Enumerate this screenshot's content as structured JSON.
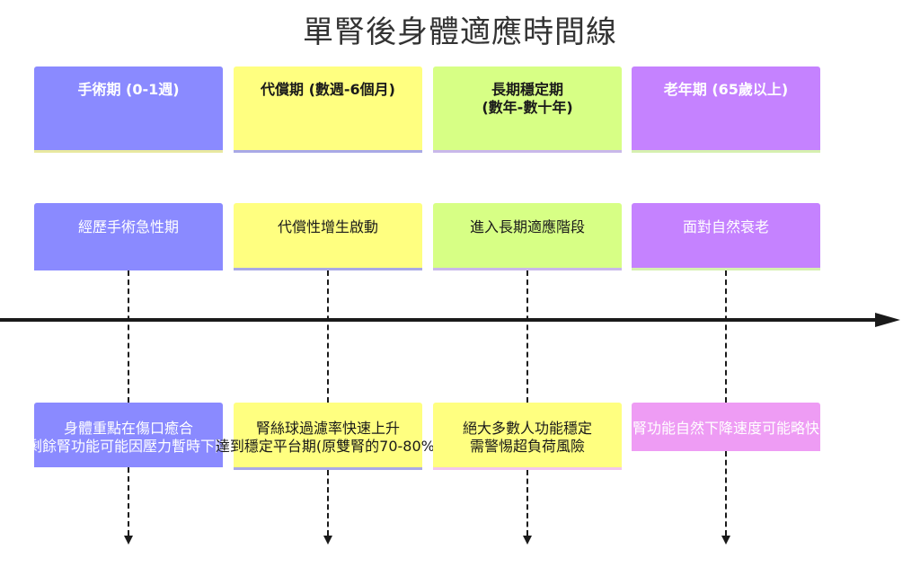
{
  "title": "單腎後身體適應時間線",
  "colors": {
    "surgery": "#8a8aff",
    "compensation": "#ffff80",
    "stable": "#d7ff85",
    "elderly": "#c582ff",
    "elderly_detail": "#ee9cf4",
    "axis": "#1a1a1a"
  },
  "columns": [
    {
      "period": "手術期 (0-1週)",
      "event": "經歷手術急性期",
      "detail_lines": [
        "身體重點在傷口癒合",
        "剩餘腎功能可能因壓力暫時下降"
      ]
    },
    {
      "period": "代償期 (數週-6個月)",
      "event": "代償性增生啟動",
      "detail_lines": [
        "腎絲球過濾率快速上升",
        "達到穩定平台期(原雙腎的70-80%)"
      ]
    },
    {
      "period_lines": [
        "長期穩定期",
        "(數年-數十年)"
      ],
      "event": "進入長期適應階段",
      "detail_lines": [
        "絕大多數人功能穩定",
        "需警惕超負荷風險"
      ]
    },
    {
      "period": "老年期 (65歲以上)",
      "event": "面對自然衰老",
      "detail_lines": [
        "腎功能自然下降速度可能略快"
      ]
    }
  ]
}
